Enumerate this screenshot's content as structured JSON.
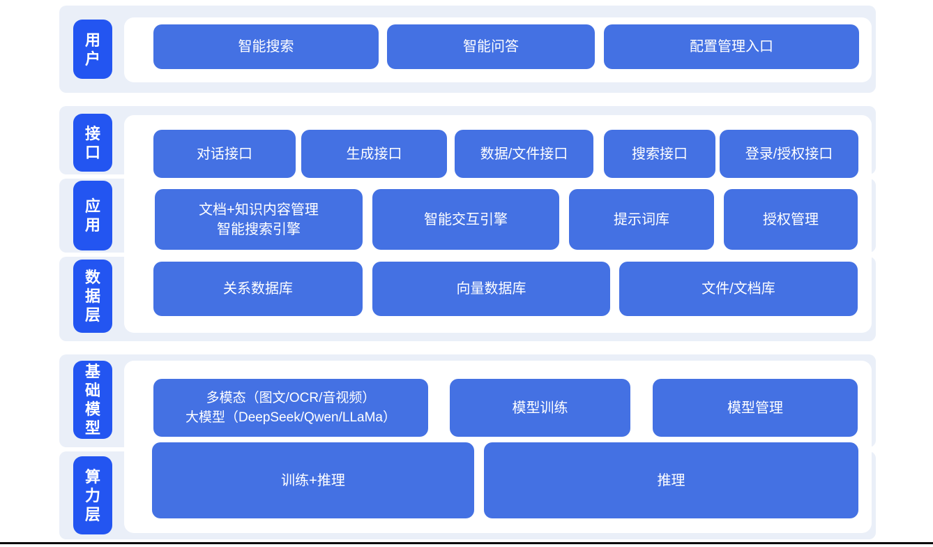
{
  "colors": {
    "layer_band_bg": "#EAEFF8",
    "layer_label_bg": "#2355F1",
    "box_bg": "#4471E3",
    "panel_bg": "#FFFFFF",
    "text": "#FFFFFF",
    "bottom_line": "#0A0A0A"
  },
  "layers": {
    "user": {
      "label": "用\n户",
      "boxes": {
        "b1": "智能搜索",
        "b2": "智能问答",
        "b3": "配置管理入口"
      }
    },
    "interface": {
      "label": "接\n口",
      "boxes": {
        "b1": "对话接口",
        "b2": "生成接口",
        "b3": "数据/文件接口",
        "b4": "搜索接口",
        "b5": "登录/授权接口"
      }
    },
    "application": {
      "label": "应\n用",
      "boxes": {
        "b1": "文档+知识内容管理\n智能搜索引擎",
        "b2": "智能交互引擎",
        "b3": "提示词库",
        "b4": "授权管理"
      }
    },
    "data": {
      "label": "数\n据\n层",
      "boxes": {
        "b1": "关系数据库",
        "b2": "向量数据库",
        "b3": "文件/文档库"
      }
    },
    "foundation_model": {
      "label": "基\n础\n模\n型",
      "boxes": {
        "b1": "多模态（图文/OCR/音视频）\n大模型（DeepSeek/Qwen/LLaMa）",
        "b2": "模型训练",
        "b3": "模型管理"
      }
    },
    "compute": {
      "label": "算\n力\n层",
      "boxes": {
        "b1": "训练+推理",
        "b2": "推理"
      }
    }
  }
}
